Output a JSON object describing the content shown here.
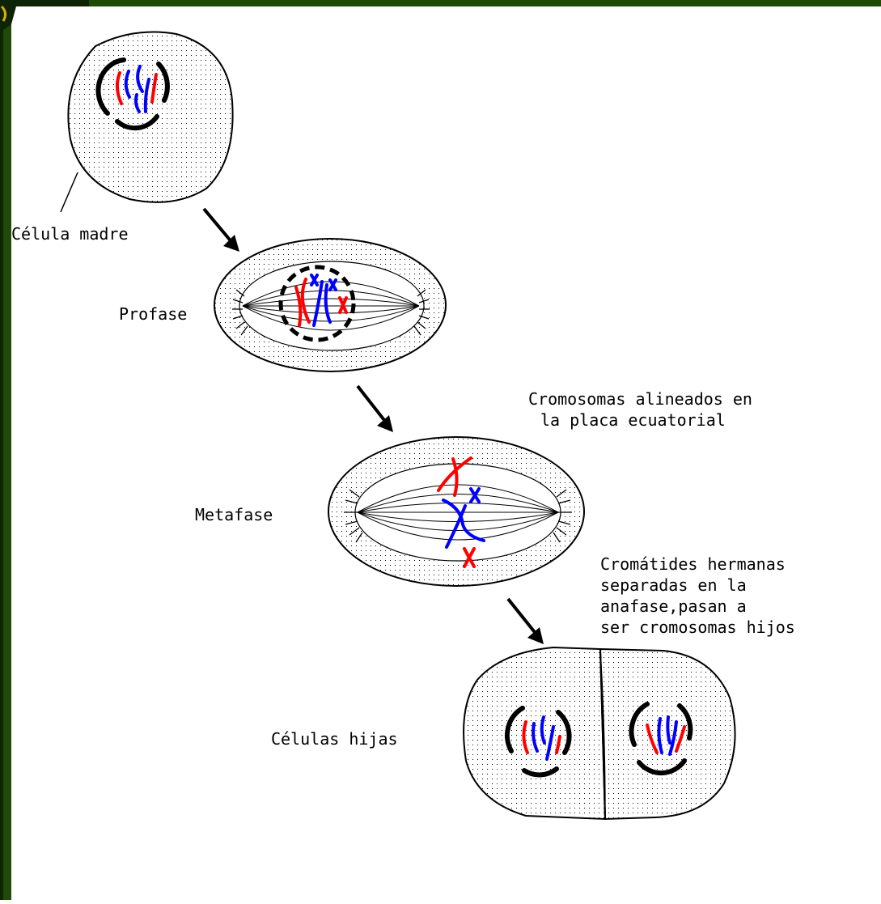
{
  "labels": {
    "mother_cell": "Célula madre",
    "prophase": "Profase",
    "metaphase": "Metafase",
    "daughter_cells": "Células hijas",
    "metaphase_note": [
      "Cromosomas alineados en",
      "la placa ecuatorial"
    ],
    "anaphase_note": [
      "Cromátides hermanas",
      "separadas en la",
      "anafase,pasan a",
      "ser cromosomas hijos"
    ]
  },
  "colors": {
    "frame_green": "#1f4a08",
    "frame_dark": "#0e2404",
    "maternal_chromosome": "#ff0000",
    "paternal_chromosome": "#0000ff",
    "outline": "#000000",
    "background": "#ffffff"
  }
}
